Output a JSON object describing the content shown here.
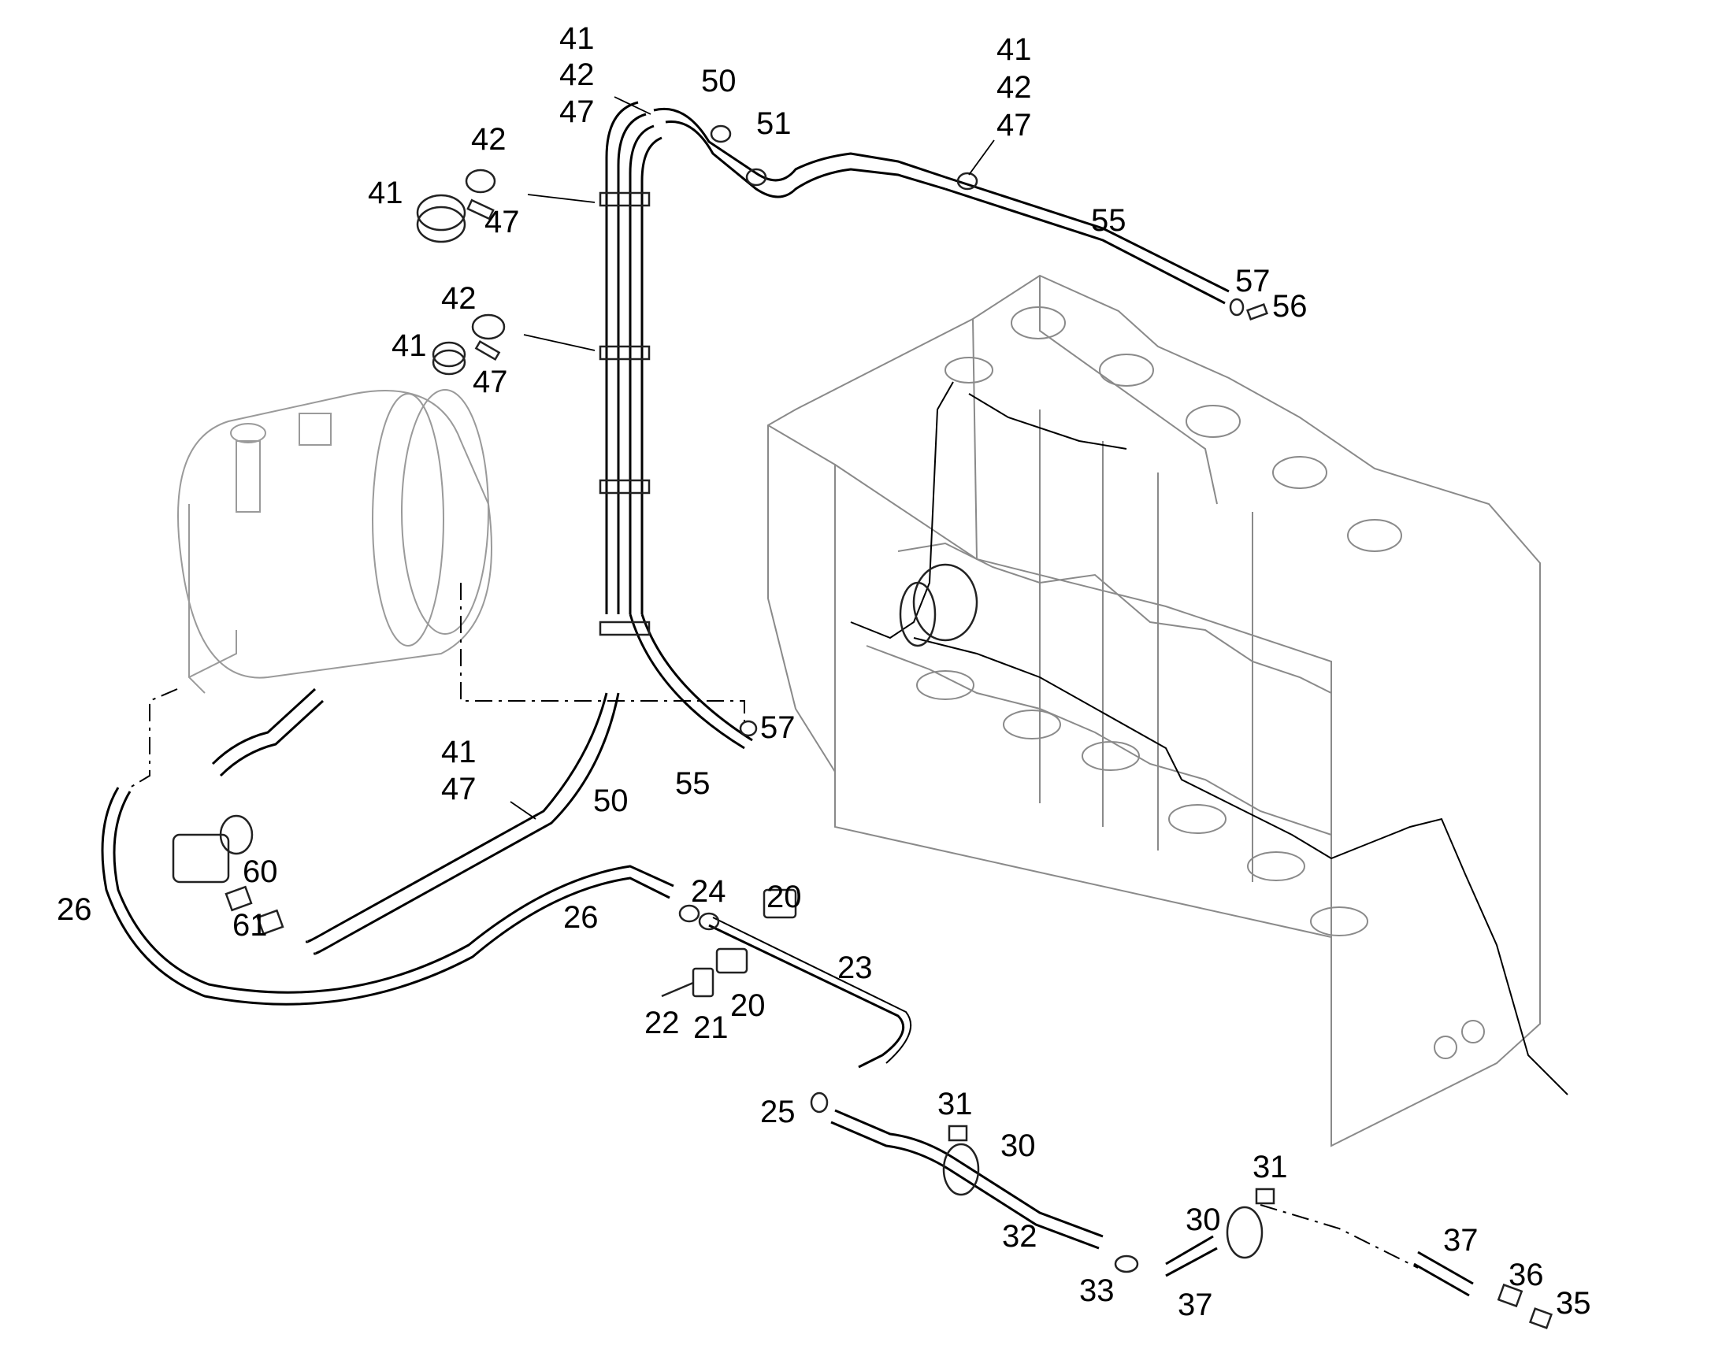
{
  "callouts": [
    {
      "id": "c41a",
      "text": "41"
    },
    {
      "id": "c42a",
      "text": "42"
    },
    {
      "id": "c47a",
      "text": "47"
    },
    {
      "id": "c50a",
      "text": "50"
    },
    {
      "id": "c51",
      "text": "51"
    },
    {
      "id": "c41b",
      "text": "41"
    },
    {
      "id": "c42b",
      "text": "42"
    },
    {
      "id": "c47b",
      "text": "47"
    },
    {
      "id": "c55a",
      "text": "55"
    },
    {
      "id": "c57a",
      "text": "57"
    },
    {
      "id": "c56",
      "text": "56"
    },
    {
      "id": "c42c",
      "text": "42"
    },
    {
      "id": "c41c",
      "text": "41"
    },
    {
      "id": "c47c",
      "text": "47"
    },
    {
      "id": "c42d",
      "text": "42"
    },
    {
      "id": "c41d",
      "text": "41"
    },
    {
      "id": "c47d",
      "text": "47"
    },
    {
      "id": "c57b",
      "text": "57"
    },
    {
      "id": "c55b",
      "text": "55"
    },
    {
      "id": "c41e",
      "text": "41"
    },
    {
      "id": "c47e",
      "text": "47"
    },
    {
      "id": "c50b",
      "text": "50"
    },
    {
      "id": "c60",
      "text": "60"
    },
    {
      "id": "c26a",
      "text": "26"
    },
    {
      "id": "c61",
      "text": "61"
    },
    {
      "id": "c24",
      "text": "24"
    },
    {
      "id": "c20a",
      "text": "20"
    },
    {
      "id": "c26b",
      "text": "26"
    },
    {
      "id": "c23",
      "text": "23"
    },
    {
      "id": "c22",
      "text": "22"
    },
    {
      "id": "c21",
      "text": "21"
    },
    {
      "id": "c20b",
      "text": "20"
    },
    {
      "id": "c25",
      "text": "25"
    },
    {
      "id": "c31a",
      "text": "31"
    },
    {
      "id": "c30a",
      "text": "30"
    },
    {
      "id": "c31b",
      "text": "31"
    },
    {
      "id": "c30b",
      "text": "30"
    },
    {
      "id": "c32",
      "text": "32"
    },
    {
      "id": "c37a",
      "text": "37"
    },
    {
      "id": "c33",
      "text": "33"
    },
    {
      "id": "c36",
      "text": "36"
    },
    {
      "id": "c37b",
      "text": "37"
    },
    {
      "id": "c35",
      "text": "35"
    }
  ]
}
